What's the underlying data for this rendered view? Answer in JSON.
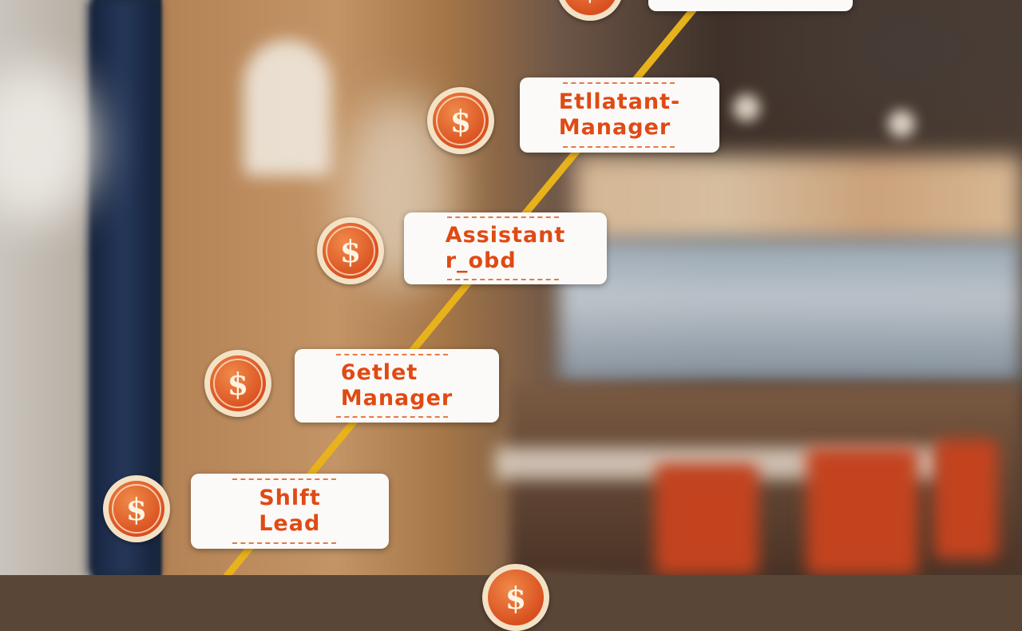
{
  "image": {
    "kind": "career-ladder-graphic",
    "background": "blurred restaurant interior",
    "line_color": "#e8b21c",
    "accent_color": "#e04a14"
  },
  "steps": [
    {
      "label": "Shlft\nLead",
      "icon": "dollar-coin-icon"
    },
    {
      "label": "6etlet\nManager",
      "icon": "dollar-coin-icon"
    },
    {
      "label": "Assistant\nr_obd",
      "icon": "dollar-coin-icon"
    },
    {
      "label": "Etllatant-\nManager",
      "icon": "dollar-coin-icon"
    }
  ],
  "icon_symbol": "$"
}
